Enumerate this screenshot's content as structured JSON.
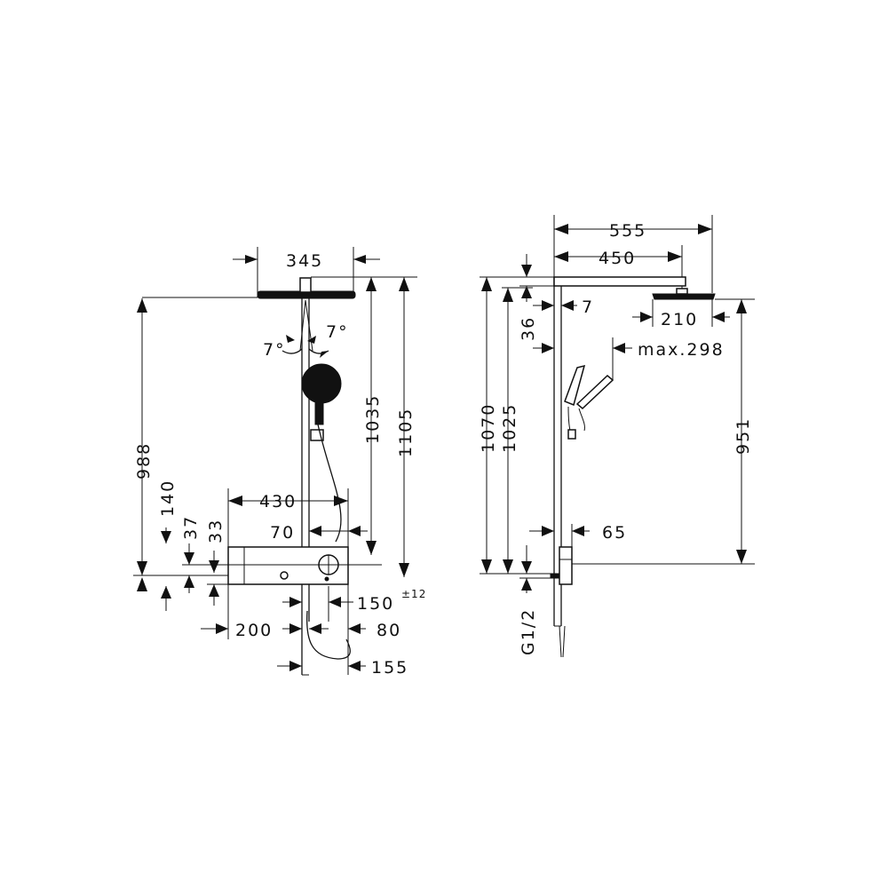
{
  "front_view": {
    "dims": {
      "w345": "345",
      "h1105": "1105",
      "h1035": "1035",
      "h988": "988",
      "angle_left": "7°",
      "angle_right": "7°",
      "w430": "430",
      "w70": "70",
      "h140": "140",
      "h37": "37",
      "h33": "33",
      "w150": "150",
      "tol150": "±12",
      "w200": "200",
      "w80": "80",
      "w155": "155"
    }
  },
  "side_view": {
    "dims": {
      "w555": "555",
      "w450": "450",
      "d7": "7",
      "h36": "36",
      "w210": "210",
      "max298": "max.298",
      "h1070": "1070",
      "h1025": "1025",
      "h951": "951",
      "w65": "65",
      "thread": "G1/2"
    }
  }
}
